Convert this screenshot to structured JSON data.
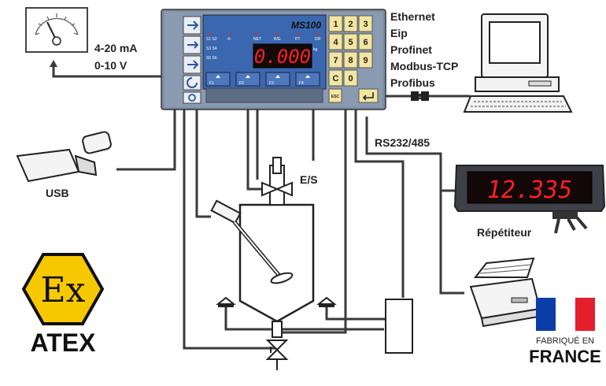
{
  "controller": {
    "model": "MS100",
    "display_value": "0.000",
    "unit": "kg",
    "indicators": [
      "S1 S2",
      "-0-",
      "NET",
      "B/G",
      "PT",
      "D/F"
    ],
    "side_indicators": [
      "S3 S4",
      "S5 S6"
    ],
    "function_keys": [
      "F1",
      "F2",
      "F3",
      "F4"
    ],
    "keypad": [
      "1",
      "2",
      "3",
      "4",
      "5",
      "6",
      "7",
      "8",
      "9",
      "C",
      "0",
      "ESC"
    ]
  },
  "outputs": {
    "analog_label_1": "4-20 mA",
    "analog_label_2": "0-10 V",
    "networks": [
      "Ethernet",
      "Eip",
      "Profinet",
      "Modbus-TCP",
      "Profibus"
    ],
    "serial_label": "RS232/485",
    "io_label": "E/S",
    "usb_label": "USB"
  },
  "repeater": {
    "value": "12.335",
    "label": "Répétiteur"
  },
  "badges": {
    "ex_symbol": "Ex",
    "atex_label": "ATEX",
    "made_in_line1": "FABRIQUÉ EN",
    "made_in_line2": "FRANCE"
  },
  "colors": {
    "panel_blue": "#3a67b0",
    "lcd_red": "#ff2020",
    "key_yellow": "#f4e6a0",
    "atex_yellow": "#f6c800",
    "flag_blue": "#0a3da8",
    "flag_red": "#e41e2b"
  }
}
